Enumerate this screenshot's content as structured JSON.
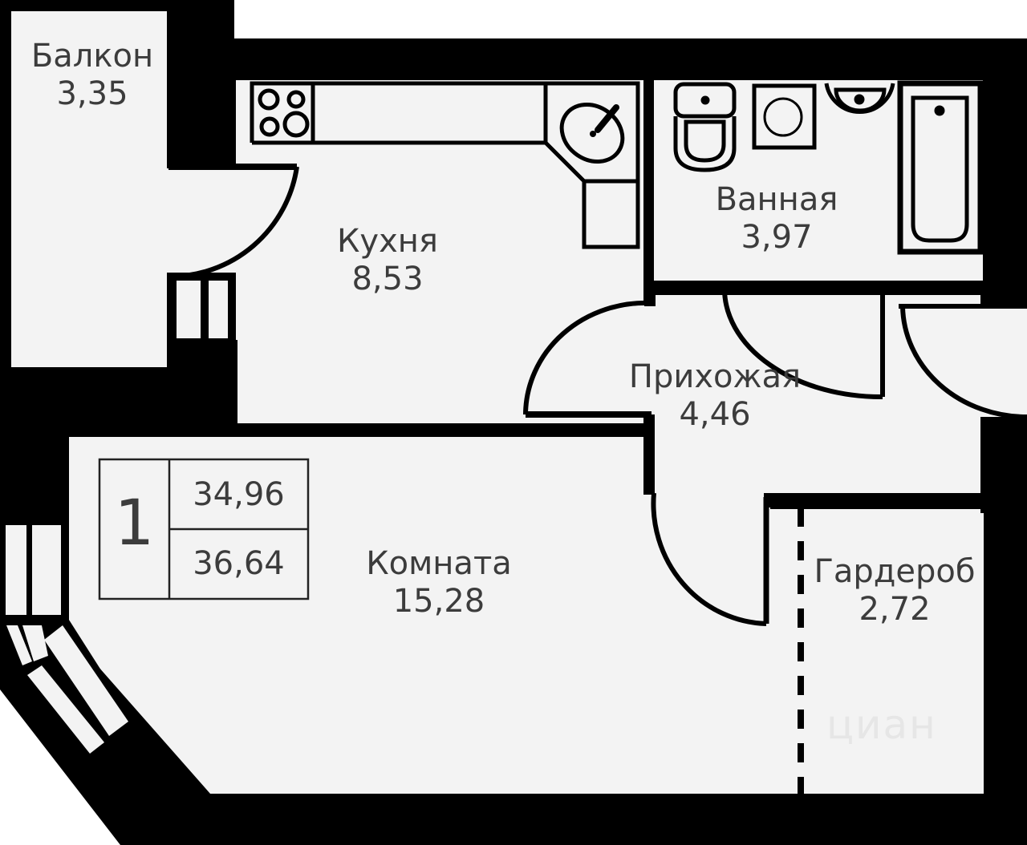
{
  "plan": {
    "colors": {
      "wall": "#000000",
      "floor": "#f3f3f3",
      "text": "#3c3c3c",
      "background": "#ffffff"
    },
    "rooms": [
      {
        "id": "balcony",
        "name": "Балкон",
        "area": "3,35"
      },
      {
        "id": "kitchen",
        "name": "Кухня",
        "area": "8,53"
      },
      {
        "id": "bathroom",
        "name": "Ванная",
        "area": "3,97"
      },
      {
        "id": "hallway",
        "name": "Прихожая",
        "area": "4,46"
      },
      {
        "id": "room",
        "name": "Комната",
        "area": "15,28"
      },
      {
        "id": "wardrobe",
        "name": "Гардероб",
        "area": "2,72"
      }
    ],
    "summary": {
      "rooms_count": "1",
      "living_area": "34,96",
      "total_area": "36,64"
    },
    "fixtures": [
      "stove-icon",
      "kitchen-sink-icon",
      "toilet-icon",
      "washing-machine-icon",
      "washbasin-icon",
      "bathtub-icon"
    ],
    "watermark": "циан"
  }
}
